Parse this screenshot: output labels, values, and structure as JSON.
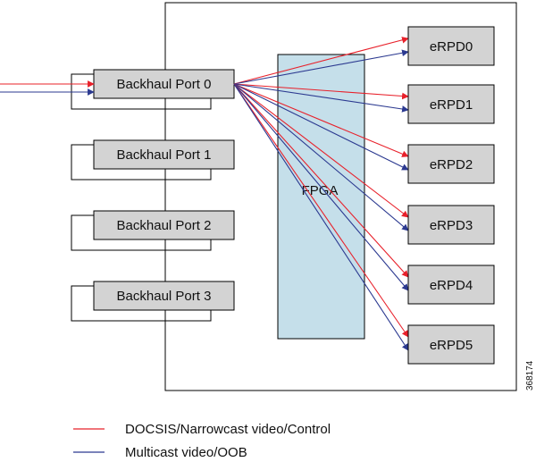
{
  "diagram": {
    "backhaul_ports": [
      {
        "label": "Backhaul Port 0"
      },
      {
        "label": "Backhaul Port 1"
      },
      {
        "label": "Backhaul Port 2"
      },
      {
        "label": "Backhaul Port 3"
      }
    ],
    "fpga_label": "FPGA",
    "erpds": [
      {
        "label": "eRPD0"
      },
      {
        "label": "eRPD1"
      },
      {
        "label": "eRPD2"
      },
      {
        "label": "eRPD3"
      },
      {
        "label": "eRPD4"
      },
      {
        "label": "eRPD5"
      }
    ],
    "figure_id": "368174"
  },
  "legend": [
    {
      "label": "DOCSIS/Narrowcast video/Control",
      "color": "#e8202a"
    },
    {
      "label": "Multicast video/OOB",
      "color": "#2b3990"
    }
  ],
  "colors": {
    "box_fill": "#d3d3d3",
    "fpga_fill": "#c5dfea",
    "red": "#e8202a",
    "blue": "#2b3990"
  }
}
